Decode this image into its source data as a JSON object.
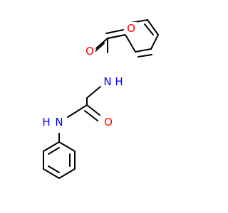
{
  "molecule": {
    "atoms": [
      {
        "id": "O_furan",
        "label": "O",
        "color": "#FF0000"
      },
      {
        "id": "O_carbonyl1",
        "label": "O",
        "color": "#FF0000"
      },
      {
        "id": "N_amide1",
        "label": "N",
        "color": "#0000FF"
      },
      {
        "id": "H_amide1",
        "label": "H",
        "color": "#0000FF"
      },
      {
        "id": "O_carbonyl2",
        "label": "O",
        "color": "#FF0000"
      },
      {
        "id": "N_amide2",
        "label": "N",
        "color": "#0000FF"
      },
      {
        "id": "H_amide2",
        "label": "H",
        "color": "#0000FF"
      }
    ],
    "bond_color": "#000000"
  }
}
